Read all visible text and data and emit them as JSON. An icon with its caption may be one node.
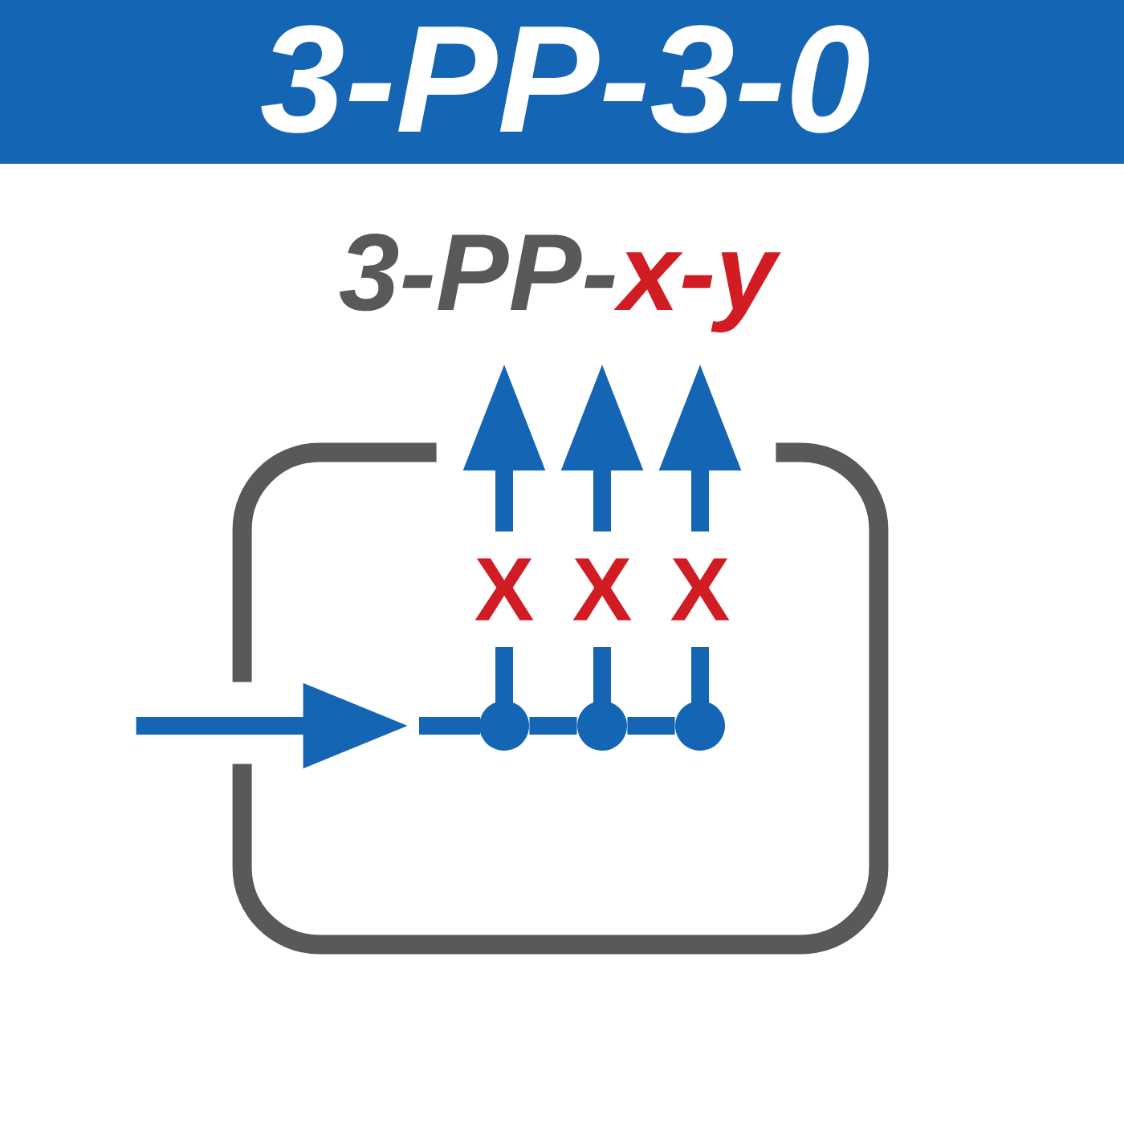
{
  "diagram": {
    "title": "3-PP-3-0",
    "nodes": [
      {
        "text": [],
        "shape": "box"
      },
      {
        "text": [],
        "shape": "bar",
        "in": 0
      },
      {
        "text": [],
        "shape": "circle",
        "in": 0
      },
      {
        "text": [],
        "shape": "circle",
        "in": 0
      },
      {
        "text": [],
        "shape": "circle",
        "in": 0
      }
    ],
    "edges": [
      {
        "from": null,
        "to": 1,
        "arrow": "to"
      },
      {
        "from": 2,
        "to": 3,
        "arrow": "none"
      },
      {
        "from": 3,
        "to": 4,
        "arrow": "none"
      },
      {
        "from": 2,
        "to": null,
        "arrow": "to",
        "label": "X"
      },
      {
        "from": 3,
        "to": null,
        "arrow": "to",
        "label": "X"
      },
      {
        "from": 4,
        "to": null,
        "arrow": "to",
        "label": "X"
      }
    ],
    "labels": [
      "3-PP-",
      "x-y"
    ]
  }
}
